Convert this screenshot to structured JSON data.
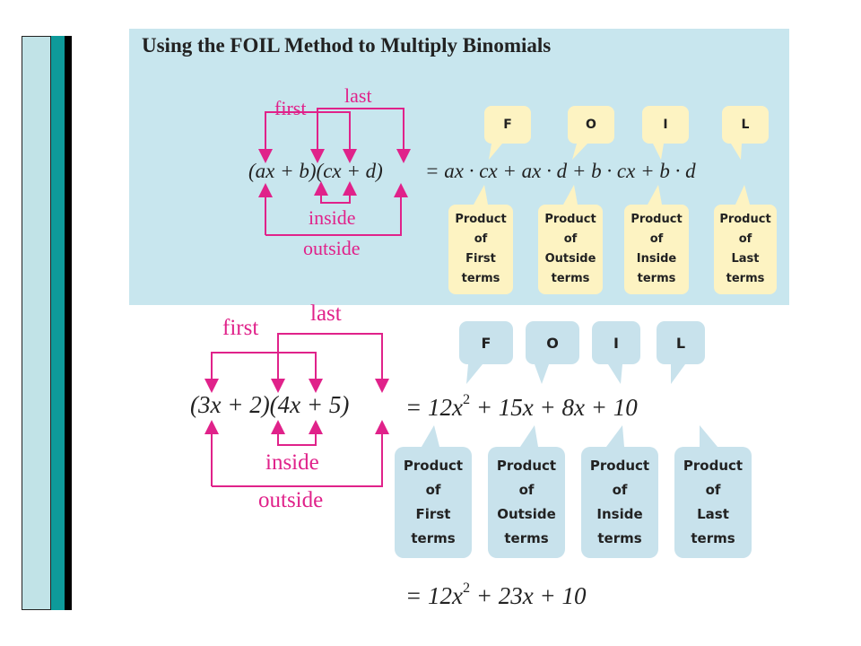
{
  "title": "Using the FOIL Method to Multiply Binomials",
  "general": {
    "labels": {
      "first": "first",
      "last": "last",
      "inside": "inside",
      "outside": "outside"
    },
    "lhs": "(ax + b)(cx + d)",
    "rhs": "= ax · cx + ax · d + b · cx + b · d",
    "tags": [
      "F",
      "O",
      "I",
      "L"
    ],
    "boxes": [
      [
        "Product",
        "of",
        "First",
        "terms"
      ],
      [
        "Product",
        "of",
        "Outside",
        "terms"
      ],
      [
        "Product",
        "of",
        "Inside",
        "terms"
      ],
      [
        "Product",
        "of",
        "Last",
        "terms"
      ]
    ]
  },
  "example": {
    "labels": {
      "first": "first",
      "last": "last",
      "inside": "inside",
      "outside": "outside"
    },
    "lhs": "(3x + 2)(4x + 5)",
    "rhs_a": "= 12x",
    "rhs_exp": "2",
    "rhs_b": "+ 15x + 8x + 10",
    "tags": [
      "F",
      "O",
      "I",
      "L"
    ],
    "boxes": [
      [
        "Product",
        "of",
        "First",
        "terms"
      ],
      [
        "Product",
        "of",
        "Outside",
        "terms"
      ],
      [
        "Product",
        "of",
        "Inside",
        "terms"
      ],
      [
        "Product",
        "of",
        "Last",
        "terms"
      ]
    ],
    "result_a": "= 12x",
    "result_exp": "2",
    "result_b": "+ 23x + 10"
  },
  "colors": {
    "panel": "#c8e6ee",
    "yellow": "#fdf3c2",
    "bluebox": "#c8e2ec",
    "magenta": "#e0228a",
    "teal": "#0e9a9a",
    "sidebar": "#c1e3e7"
  }
}
